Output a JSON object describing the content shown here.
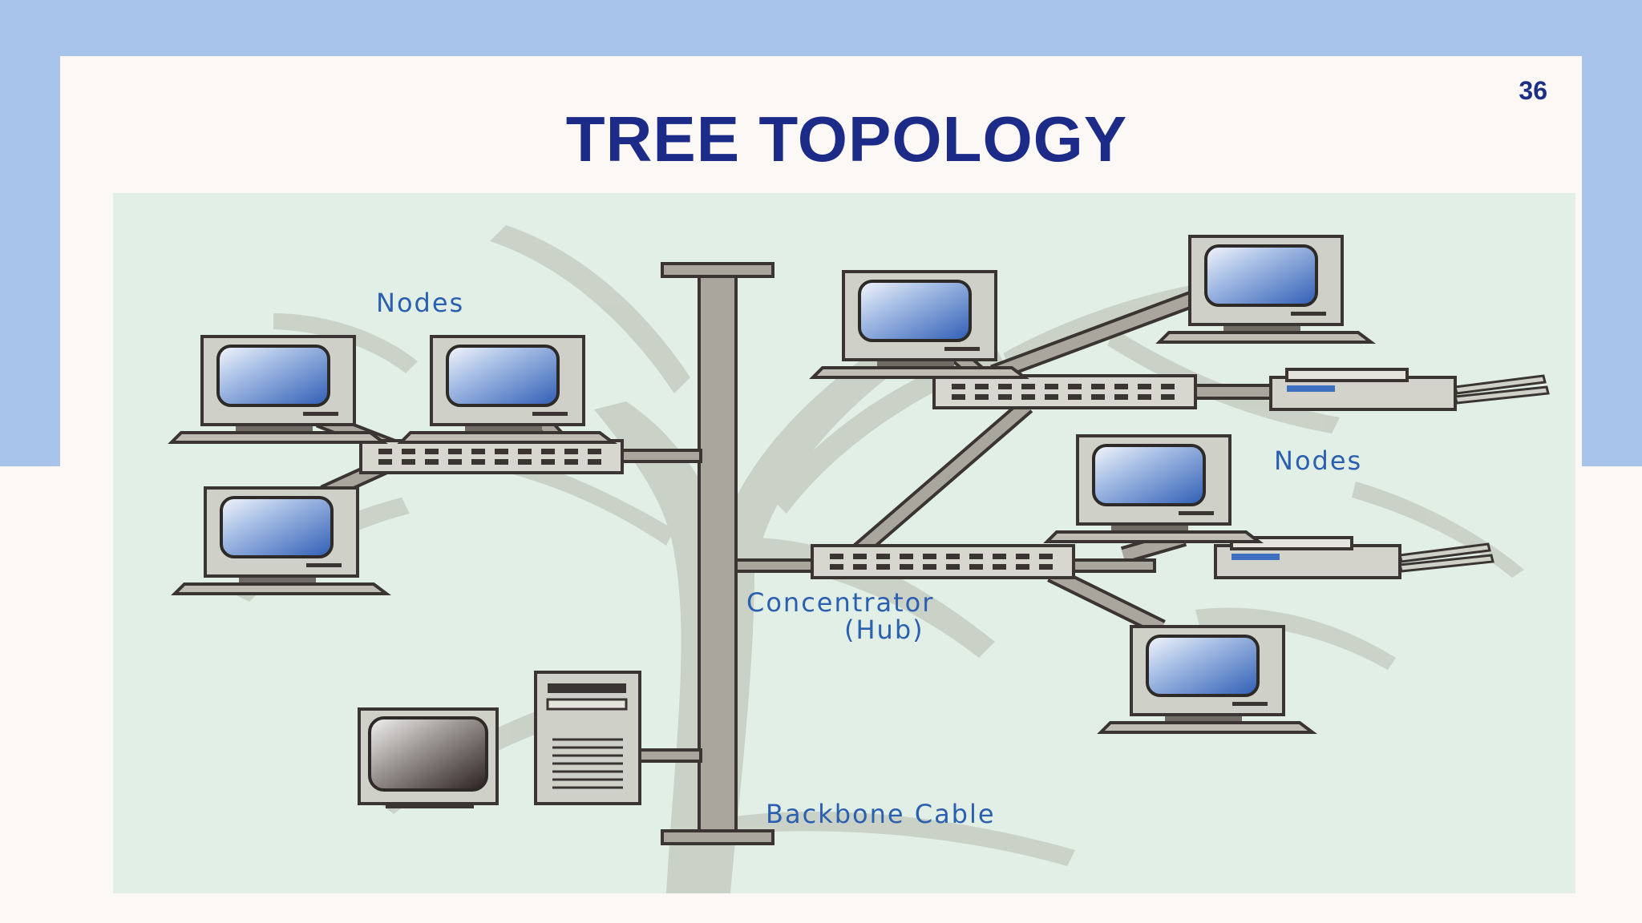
{
  "slide": {
    "title": "TREE TOPOLOGY",
    "page_number": "36"
  },
  "diagram": {
    "labels": {
      "nodes_left": "Nodes",
      "nodes_right": "Nodes",
      "concentrator_line1": "Concentrator",
      "concentrator_line2": "(Hub)",
      "backbone": "Backbone Cable"
    }
  },
  "colors": {
    "background_band": "#a9c4ea",
    "title": "#1d2b88",
    "diagram_background": "#e1efe6",
    "label_text": "#2b5fb0",
    "cable": "#a9a79d",
    "screen": "#3f6fc0"
  }
}
